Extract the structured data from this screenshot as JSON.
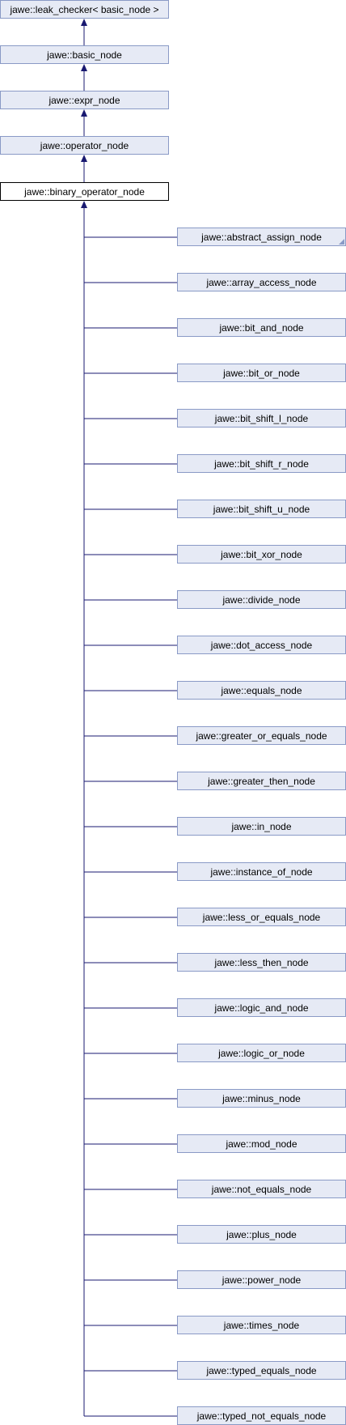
{
  "diagram": {
    "ancestors": [
      {
        "label": "jawe::leak_checker< basic_node >"
      },
      {
        "label": "jawe::basic_node"
      },
      {
        "label": "jawe::expr_node"
      },
      {
        "label": "jawe::operator_node"
      }
    ],
    "current": {
      "label": "jawe::binary_operator_node"
    },
    "children": [
      {
        "label": "jawe::abstract_assign_node",
        "has_more": true
      },
      {
        "label": "jawe::array_access_node"
      },
      {
        "label": "jawe::bit_and_node"
      },
      {
        "label": "jawe::bit_or_node"
      },
      {
        "label": "jawe::bit_shift_l_node"
      },
      {
        "label": "jawe::bit_shift_r_node"
      },
      {
        "label": "jawe::bit_shift_u_node"
      },
      {
        "label": "jawe::bit_xor_node"
      },
      {
        "label": "jawe::divide_node"
      },
      {
        "label": "jawe::dot_access_node"
      },
      {
        "label": "jawe::equals_node"
      },
      {
        "label": "jawe::greater_or_equals_node"
      },
      {
        "label": "jawe::greater_then_node"
      },
      {
        "label": "jawe::in_node"
      },
      {
        "label": "jawe::instance_of_node"
      },
      {
        "label": "jawe::less_or_equals_node"
      },
      {
        "label": "jawe::less_then_node"
      },
      {
        "label": "jawe::logic_and_node"
      },
      {
        "label": "jawe::logic_or_node"
      },
      {
        "label": "jawe::minus_node"
      },
      {
        "label": "jawe::mod_node"
      },
      {
        "label": "jawe::not_equals_node"
      },
      {
        "label": "jawe::plus_node"
      },
      {
        "label": "jawe::power_node"
      },
      {
        "label": "jawe::times_node"
      },
      {
        "label": "jawe::typed_equals_node"
      },
      {
        "label": "jawe::typed_not_equals_node"
      }
    ],
    "colors": {
      "node_fill": "#e6eaf5",
      "node_border": "#8a9ac6",
      "current_border": "#000000",
      "edge": "#191970"
    }
  }
}
